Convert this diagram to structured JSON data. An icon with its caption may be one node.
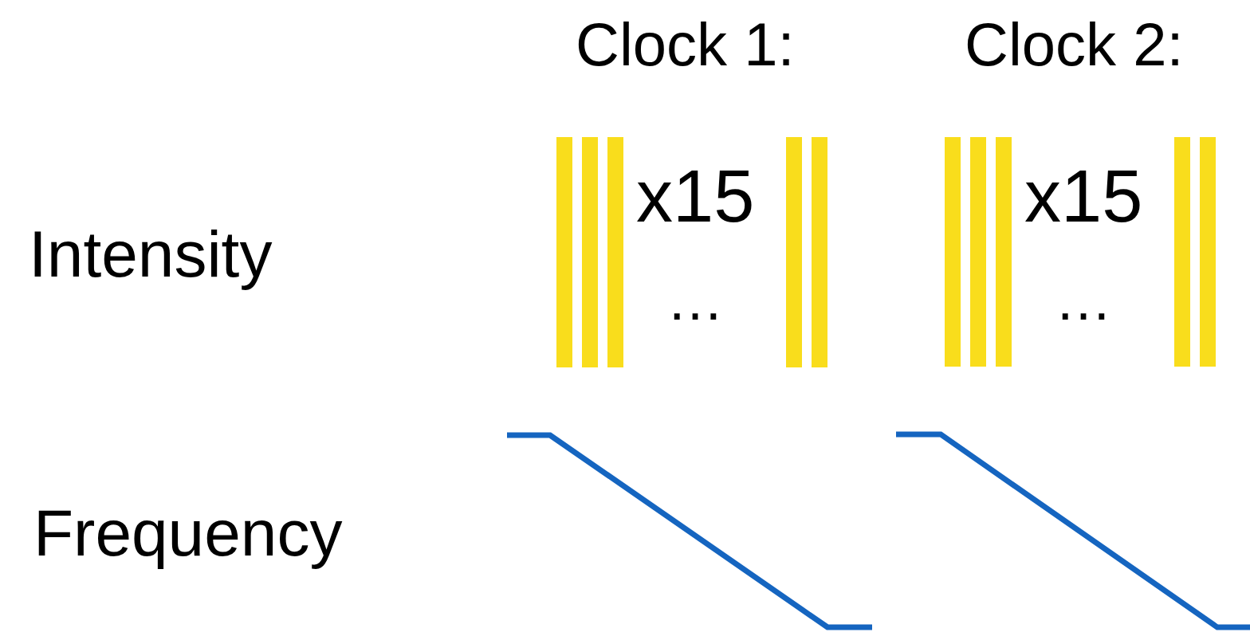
{
  "diagram": {
    "labels": [
      "Clock 1:",
      "Clock 2:",
      "x15",
      "x15",
      "Intensity",
      "…",
      "…",
      "Frequency"
    ]
  }
}
